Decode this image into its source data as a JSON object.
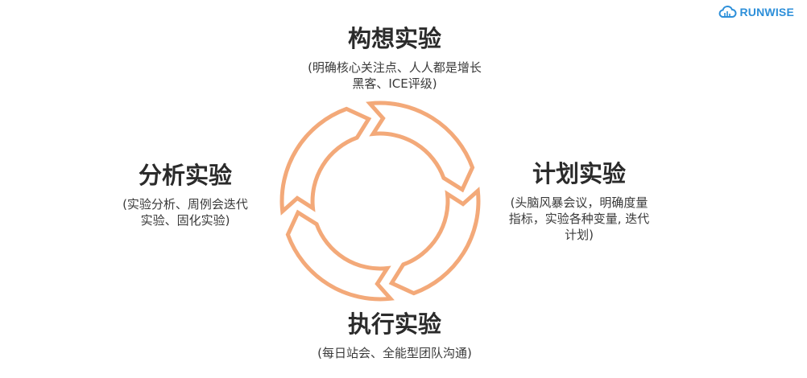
{
  "brand": {
    "name": "RUNWISE",
    "color": "#2d8fd9",
    "icon": "cloud-icon"
  },
  "cycle": {
    "arrow_color": "#f3a979",
    "direction": "clockwise"
  },
  "stages": {
    "top": {
      "title": "构想实验",
      "desc_lines": [
        "(明确核心关注点、人人都是增长",
        "黑客、ICE评级)"
      ]
    },
    "right": {
      "title": "计划实验",
      "desc_lines": [
        "(头脑风暴会议，明确度量",
        "指标，实验各种变量, 迭代",
        "计划)"
      ]
    },
    "bottom": {
      "title": "执行实验",
      "desc_lines": [
        "(每日站会、全能型团队沟通)"
      ]
    },
    "left": {
      "title": "分析实验",
      "desc_lines": [
        "(实验分析、周例会迭代",
        "实验、固化实验)"
      ]
    }
  }
}
